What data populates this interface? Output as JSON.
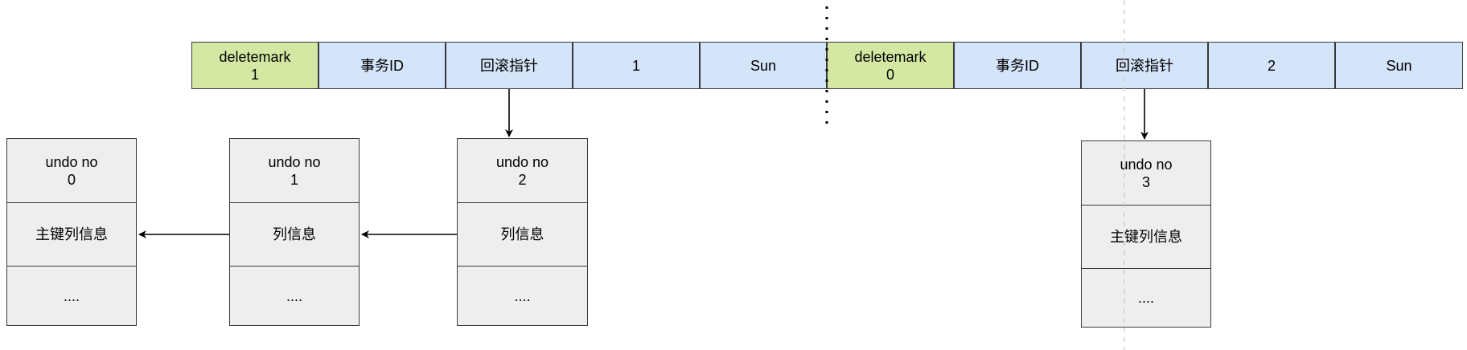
{
  "record_row": [
    {
      "text": "deletemark\n1",
      "color": "#d5e8a3"
    },
    {
      "text": "事务ID",
      "color": "#d4e4f9"
    },
    {
      "text": "回滚指针",
      "color": "#d4e4f9"
    },
    {
      "text": "1",
      "color": "#d4e4f9"
    },
    {
      "text": "Sun",
      "color": "#d4e4f9"
    },
    {
      "text": "deletemark\n0",
      "color": "#d5e8a3"
    },
    {
      "text": "事务ID",
      "color": "#d4e4f9"
    },
    {
      "text": "回滚指针",
      "color": "#d4e4f9"
    },
    {
      "text": "2",
      "color": "#d4e4f9"
    },
    {
      "text": "Sun",
      "color": "#d4e4f9"
    }
  ],
  "undo_logs": [
    {
      "header": "undo no\n0",
      "info": "主键列信息",
      "more": "...."
    },
    {
      "header": "undo no\n1",
      "info": "列信息",
      "more": "...."
    },
    {
      "header": "undo no\n2",
      "info": "列信息",
      "more": "...."
    },
    {
      "header": "undo no\n3",
      "info": "主键列信息",
      "more": "...."
    }
  ],
  "colors": {
    "deletemark_fill": "#d5e8a3",
    "field_fill": "#d4e4f9",
    "undo_fill": "#eeeeee",
    "stroke": "#36393d"
  }
}
